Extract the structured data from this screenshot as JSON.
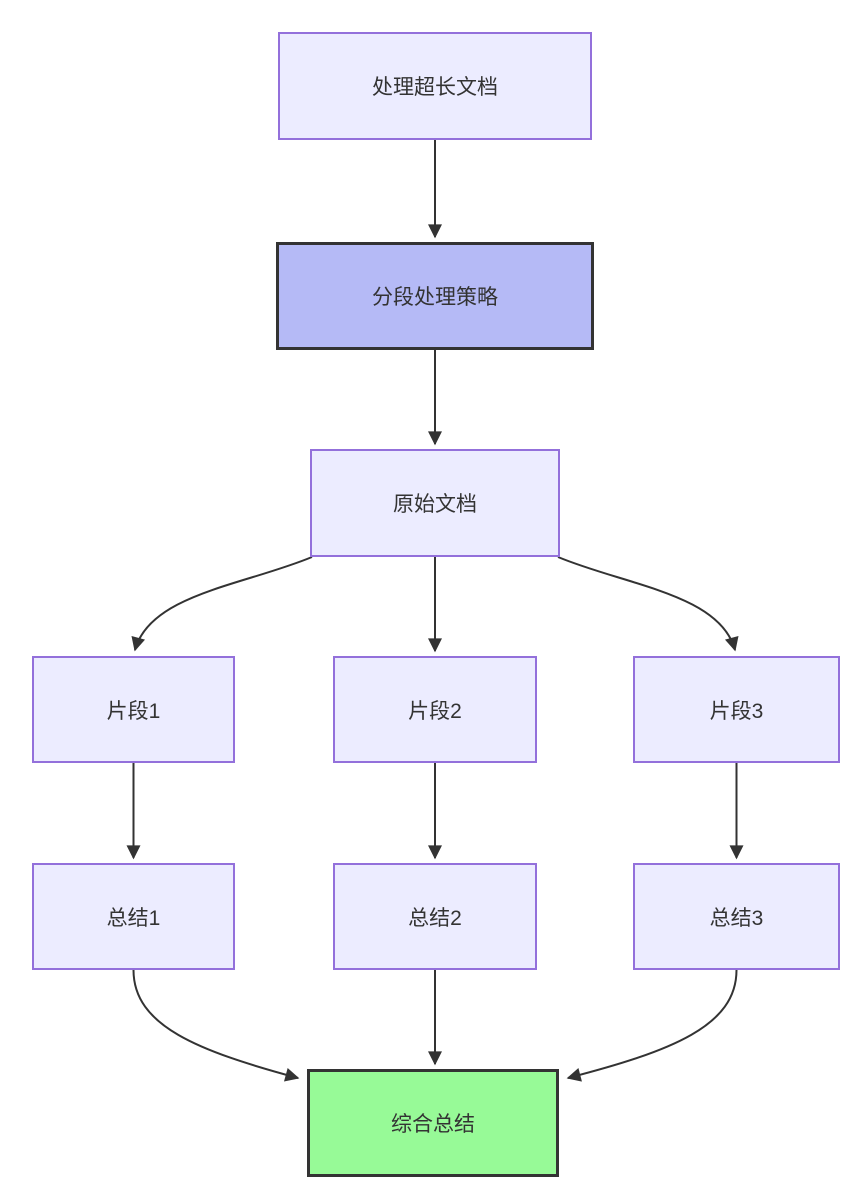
{
  "diagram": {
    "type": "flowchart",
    "direction": "top-down",
    "nodes": [
      {
        "id": "A",
        "label": "处理超长文档",
        "style": "default"
      },
      {
        "id": "B",
        "label": "分段处理策略",
        "style": "emphasis"
      },
      {
        "id": "C",
        "label": "原始文档",
        "style": "default"
      },
      {
        "id": "D1",
        "label": "片段1",
        "style": "default"
      },
      {
        "id": "D2",
        "label": "片段2",
        "style": "default"
      },
      {
        "id": "D3",
        "label": "片段3",
        "style": "default"
      },
      {
        "id": "E1",
        "label": "总结1",
        "style": "default"
      },
      {
        "id": "E2",
        "label": "总结2",
        "style": "default"
      },
      {
        "id": "E3",
        "label": "总结3",
        "style": "default"
      },
      {
        "id": "F",
        "label": "综合总结",
        "style": "success"
      }
    ],
    "edges": [
      {
        "from": "A",
        "to": "B"
      },
      {
        "from": "B",
        "to": "C"
      },
      {
        "from": "C",
        "to": "D1"
      },
      {
        "from": "C",
        "to": "D2"
      },
      {
        "from": "C",
        "to": "D3"
      },
      {
        "from": "D1",
        "to": "E1"
      },
      {
        "from": "D2",
        "to": "E2"
      },
      {
        "from": "D3",
        "to": "E3"
      },
      {
        "from": "E1",
        "to": "F"
      },
      {
        "from": "E2",
        "to": "F"
      },
      {
        "from": "E3",
        "to": "F"
      }
    ],
    "colors": {
      "background": "#ffffff",
      "node_fill": "#ECECFF",
      "node_border": "#9370DB",
      "emphasis_fill": "#b5baf6",
      "emphasis_border": "#333333",
      "success_fill": "#97fa97",
      "success_border": "#333333",
      "edge": "#333333",
      "text": "#333333"
    }
  }
}
